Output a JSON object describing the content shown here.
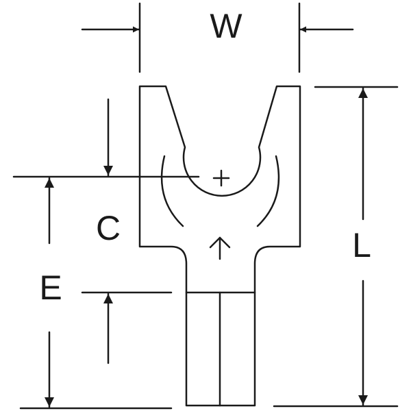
{
  "labels": {
    "width": "W",
    "length": "L",
    "stud_center_offset": "C",
    "insulation_to_center": "E"
  },
  "colors": {
    "ink": "#1a1a1a",
    "background": "#ffffff"
  }
}
